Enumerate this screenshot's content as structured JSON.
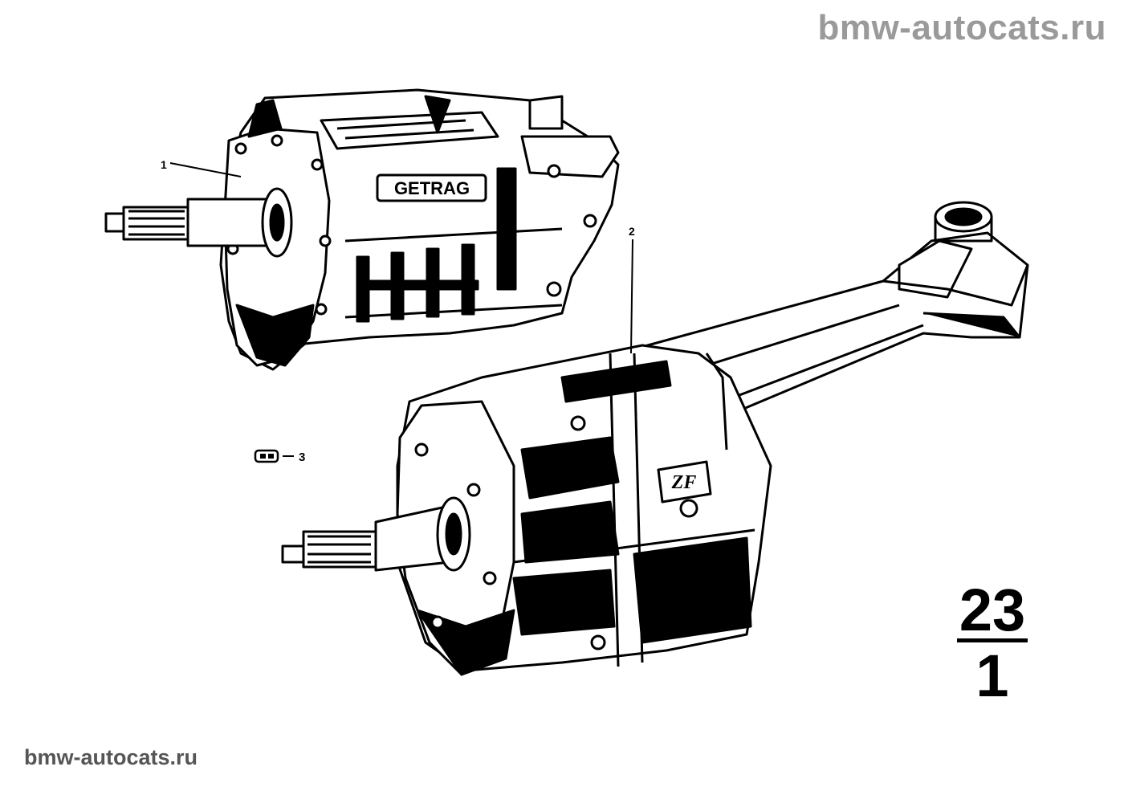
{
  "watermark_top": "bmw-autocats.ru",
  "watermark_bottom": "bmw-autocats.ru",
  "parts": {
    "getrag": {
      "callout": "1",
      "label": "GETRAG"
    },
    "zf": {
      "callout": "2",
      "label": "ZF"
    },
    "ref": {
      "icon": "book-reference-icon",
      "callout": "3"
    }
  },
  "page_number": {
    "group": "23",
    "sheet": "1"
  },
  "colors": {
    "ink": "#000000",
    "paper": "#ffffff",
    "watermark": "#9a9a9a"
  }
}
